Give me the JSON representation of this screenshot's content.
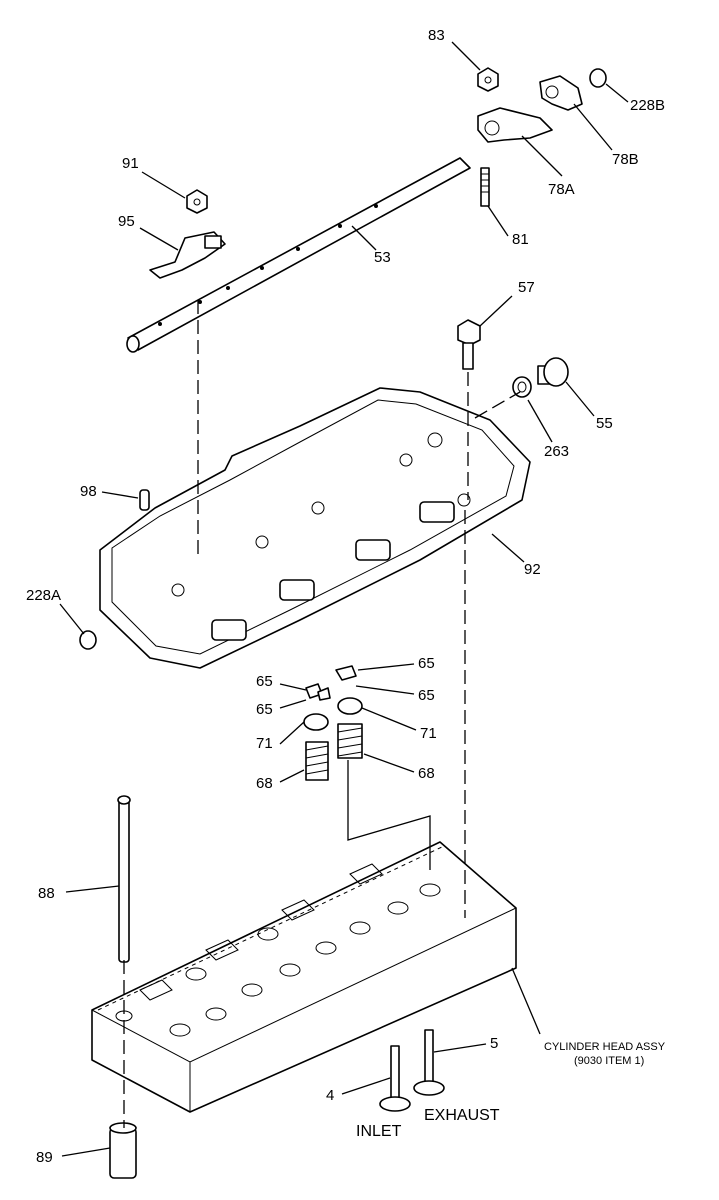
{
  "callouts": {
    "c83": "83",
    "c228b": "228B",
    "c78b": "78B",
    "c78a": "78A",
    "c91": "91",
    "c95": "95",
    "c53": "53",
    "c81": "81",
    "c57": "57",
    "c55": "55",
    "c263": "263",
    "c98": "98",
    "c92": "92",
    "c228a": "228A",
    "c65a": "65",
    "c65b": "65",
    "c65c": "65",
    "c65d": "65",
    "c71a": "71",
    "c71b": "71",
    "c68a": "68",
    "c68b": "68",
    "c88": "88",
    "c4": "4",
    "c5": "5",
    "c89": "89"
  },
  "captions": {
    "head_assy_line1": "CYLINDER HEAD ASSY",
    "head_assy_line2": "(9030 ITEM 1)",
    "inlet": "INLET",
    "exhaust": "EXHAUST"
  }
}
